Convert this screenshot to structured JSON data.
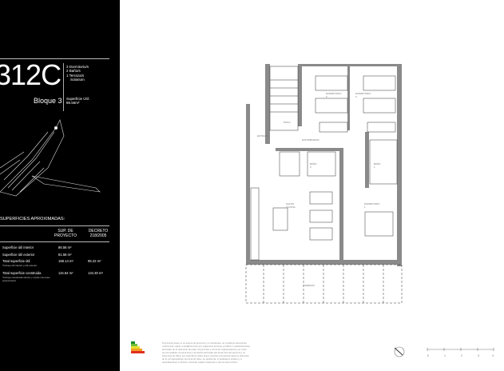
{
  "unit": {
    "code": "312C",
    "bloque": "Bloque 3",
    "features": [
      "3 Dormitorio/s",
      "2 Baño/s",
      "1 Terraza/s",
      "Solarium"
    ],
    "superficie_label": "Superficie Útil:",
    "superficie_value": "86.56m²"
  },
  "surfaces": {
    "title": "SUPERFICIES APROXIMADAS:",
    "col1": [
      "SUP. DE",
      "PROYECTO"
    ],
    "col2": [
      "DECRETO",
      "218/2005"
    ],
    "rows": [
      {
        "label": "Superficie útil interior",
        "note": "",
        "v1": "86.56 m²",
        "v2": ""
      },
      {
        "label": "Superficie útil exterior",
        "note": "",
        "v1": "81.58 m²",
        "v2": ""
      },
      {
        "label": "Total superficie útil",
        "note": "*Incluye útil interior y útil exterior",
        "v1": "168.14 m²",
        "v2": "95.22 m²"
      },
      {
        "label": "Total superficie construida",
        "note": "*Incluye construida interior y zonas comunes proporcional",
        "v1": "115.64 m²",
        "v2": "134.30 m²"
      }
    ]
  },
  "plan": {
    "rooms": [
      "DORMITORIO 2",
      "DORMITORIO 3",
      "PATIO",
      "ENTRADA",
      "DISTRIBUIDOR",
      "BAÑO 2",
      "BAÑO 1",
      "SALÓN COCINA",
      "DORMITORIO 1",
      "TERRAZA"
    ],
    "scale_ticks": [
      "0",
      "1",
      "2",
      "3",
      "4"
    ]
  },
  "disclaimer": "El presente plano es un avance de proyecto y es orientativo, no constituye documento contractual, sujeto a modificaciones por exigencias técnicas, jurídicas o administrativas derivadas de la obtención de todos los permisos y licencias reglamentarias, así como las necesidades constructivas o de diseño derivadas del desarrollo del proyecto y la Dirección de Obra. Las superficies útiles tienen carácter provisional hasta la obtención de la correspondiente Licencia de Obra. La jardinería, el mobiliario urbano y el amueblamiento es ficticio, teniendo validez solamente a efectos decorativos.",
  "colors": {
    "panel": "#000000",
    "wall": "#8a8a8a"
  }
}
